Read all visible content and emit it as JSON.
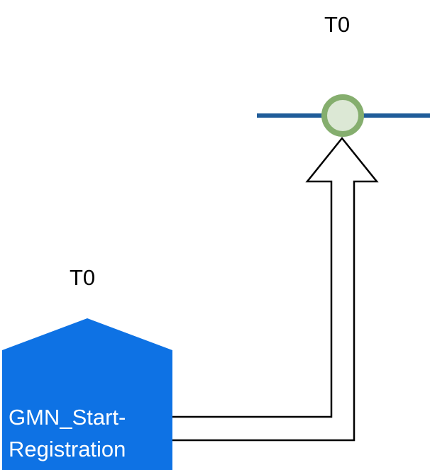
{
  "labels": {
    "timeline_top": "T0",
    "shape_top": "T0"
  },
  "shape": {
    "label_lines": [
      "GMN_Start-",
      "Registration"
    ]
  },
  "icons": {
    "event_marker": "circle-event-icon",
    "flow_arrow": "up-block-arrow-icon",
    "start_shape": "house-pentagon-shape"
  },
  "colors": {
    "timeline_blue": "#1F5C99",
    "shape_blue": "#0E72E4",
    "circle_fill": "#DCE8D5",
    "circle_stroke": "#85AE6E",
    "arrow_fill": "#FFFFFF",
    "arrow_stroke": "#000000",
    "shape_label_text": "#FFFFFF",
    "text": "#000000"
  }
}
